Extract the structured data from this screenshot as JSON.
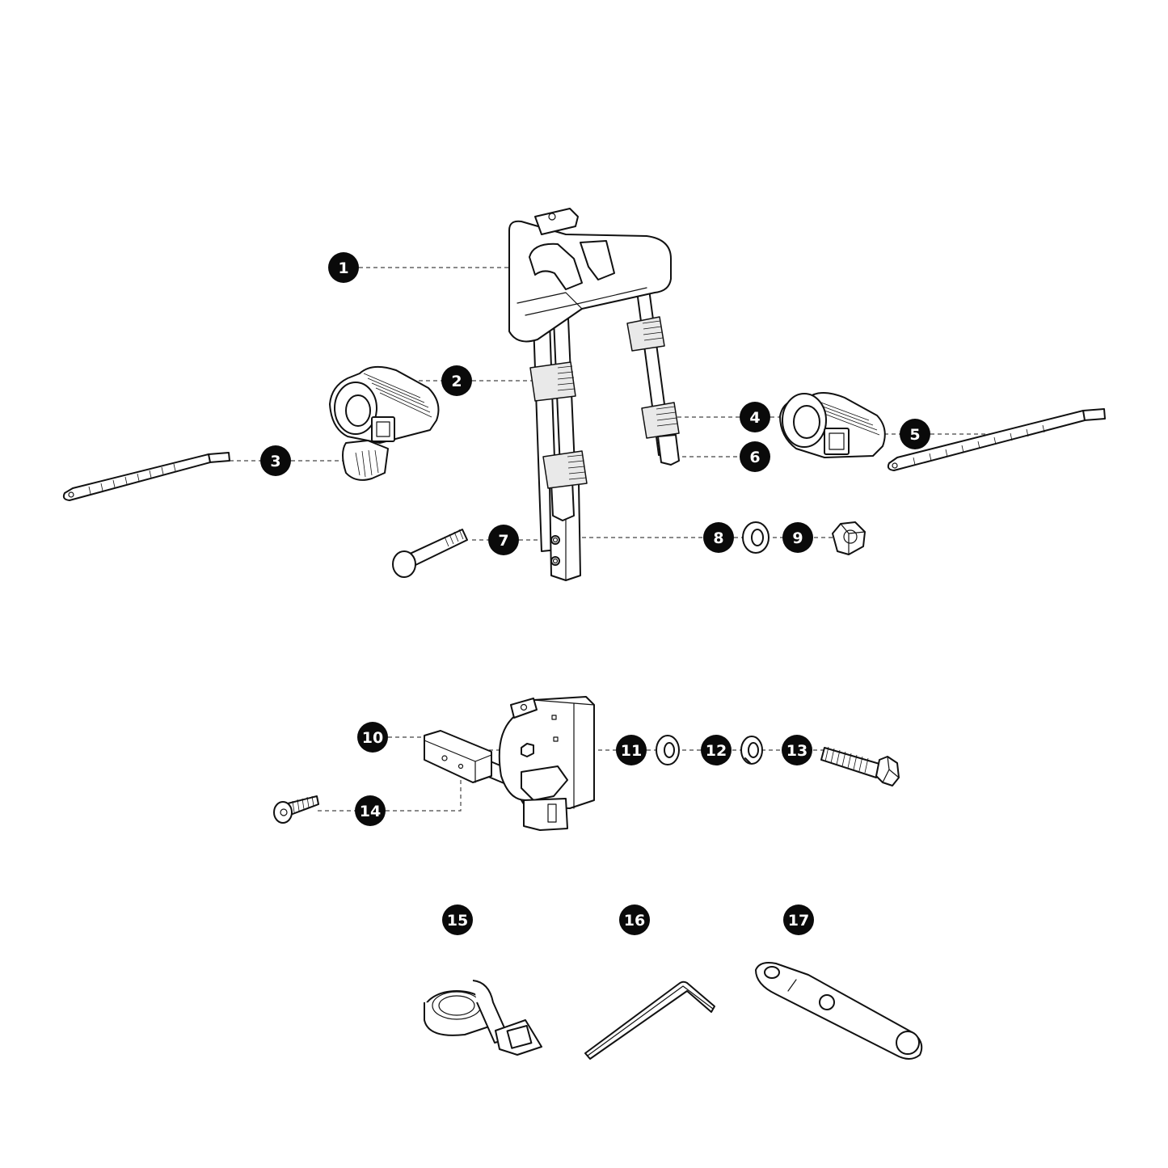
{
  "diagram": {
    "type": "exploded-parts-diagram",
    "background_color": "#ffffff",
    "line_color": "#111111",
    "badge_color": "#0a0a0a",
    "badge_text_color": "#ffffff"
  },
  "callouts": [
    {
      "number": "1",
      "part": "top-cradle-frame"
    },
    {
      "number": "2",
      "part": "left-cradle-clamp"
    },
    {
      "number": "3",
      "part": "left-ratchet-strap"
    },
    {
      "number": "4",
      "part": "right-cradle-clamp"
    },
    {
      "number": "5",
      "part": "right-ratchet-strap"
    },
    {
      "number": "6",
      "part": "end-cap"
    },
    {
      "number": "7",
      "part": "carriage-bolt"
    },
    {
      "number": "8",
      "part": "washer"
    },
    {
      "number": "9",
      "part": "lock-nut"
    },
    {
      "number": "10",
      "part": "hitch-mount-bracket"
    },
    {
      "number": "11",
      "part": "flat-washer"
    },
    {
      "number": "12",
      "part": "split-lock-washer"
    },
    {
      "number": "13",
      "part": "hex-bolt"
    },
    {
      "number": "14",
      "part": "flat-head-screw"
    },
    {
      "number": "15",
      "part": "cam-buckle-strap"
    },
    {
      "number": "16",
      "part": "hex-key"
    },
    {
      "number": "17",
      "part": "wrench"
    }
  ]
}
